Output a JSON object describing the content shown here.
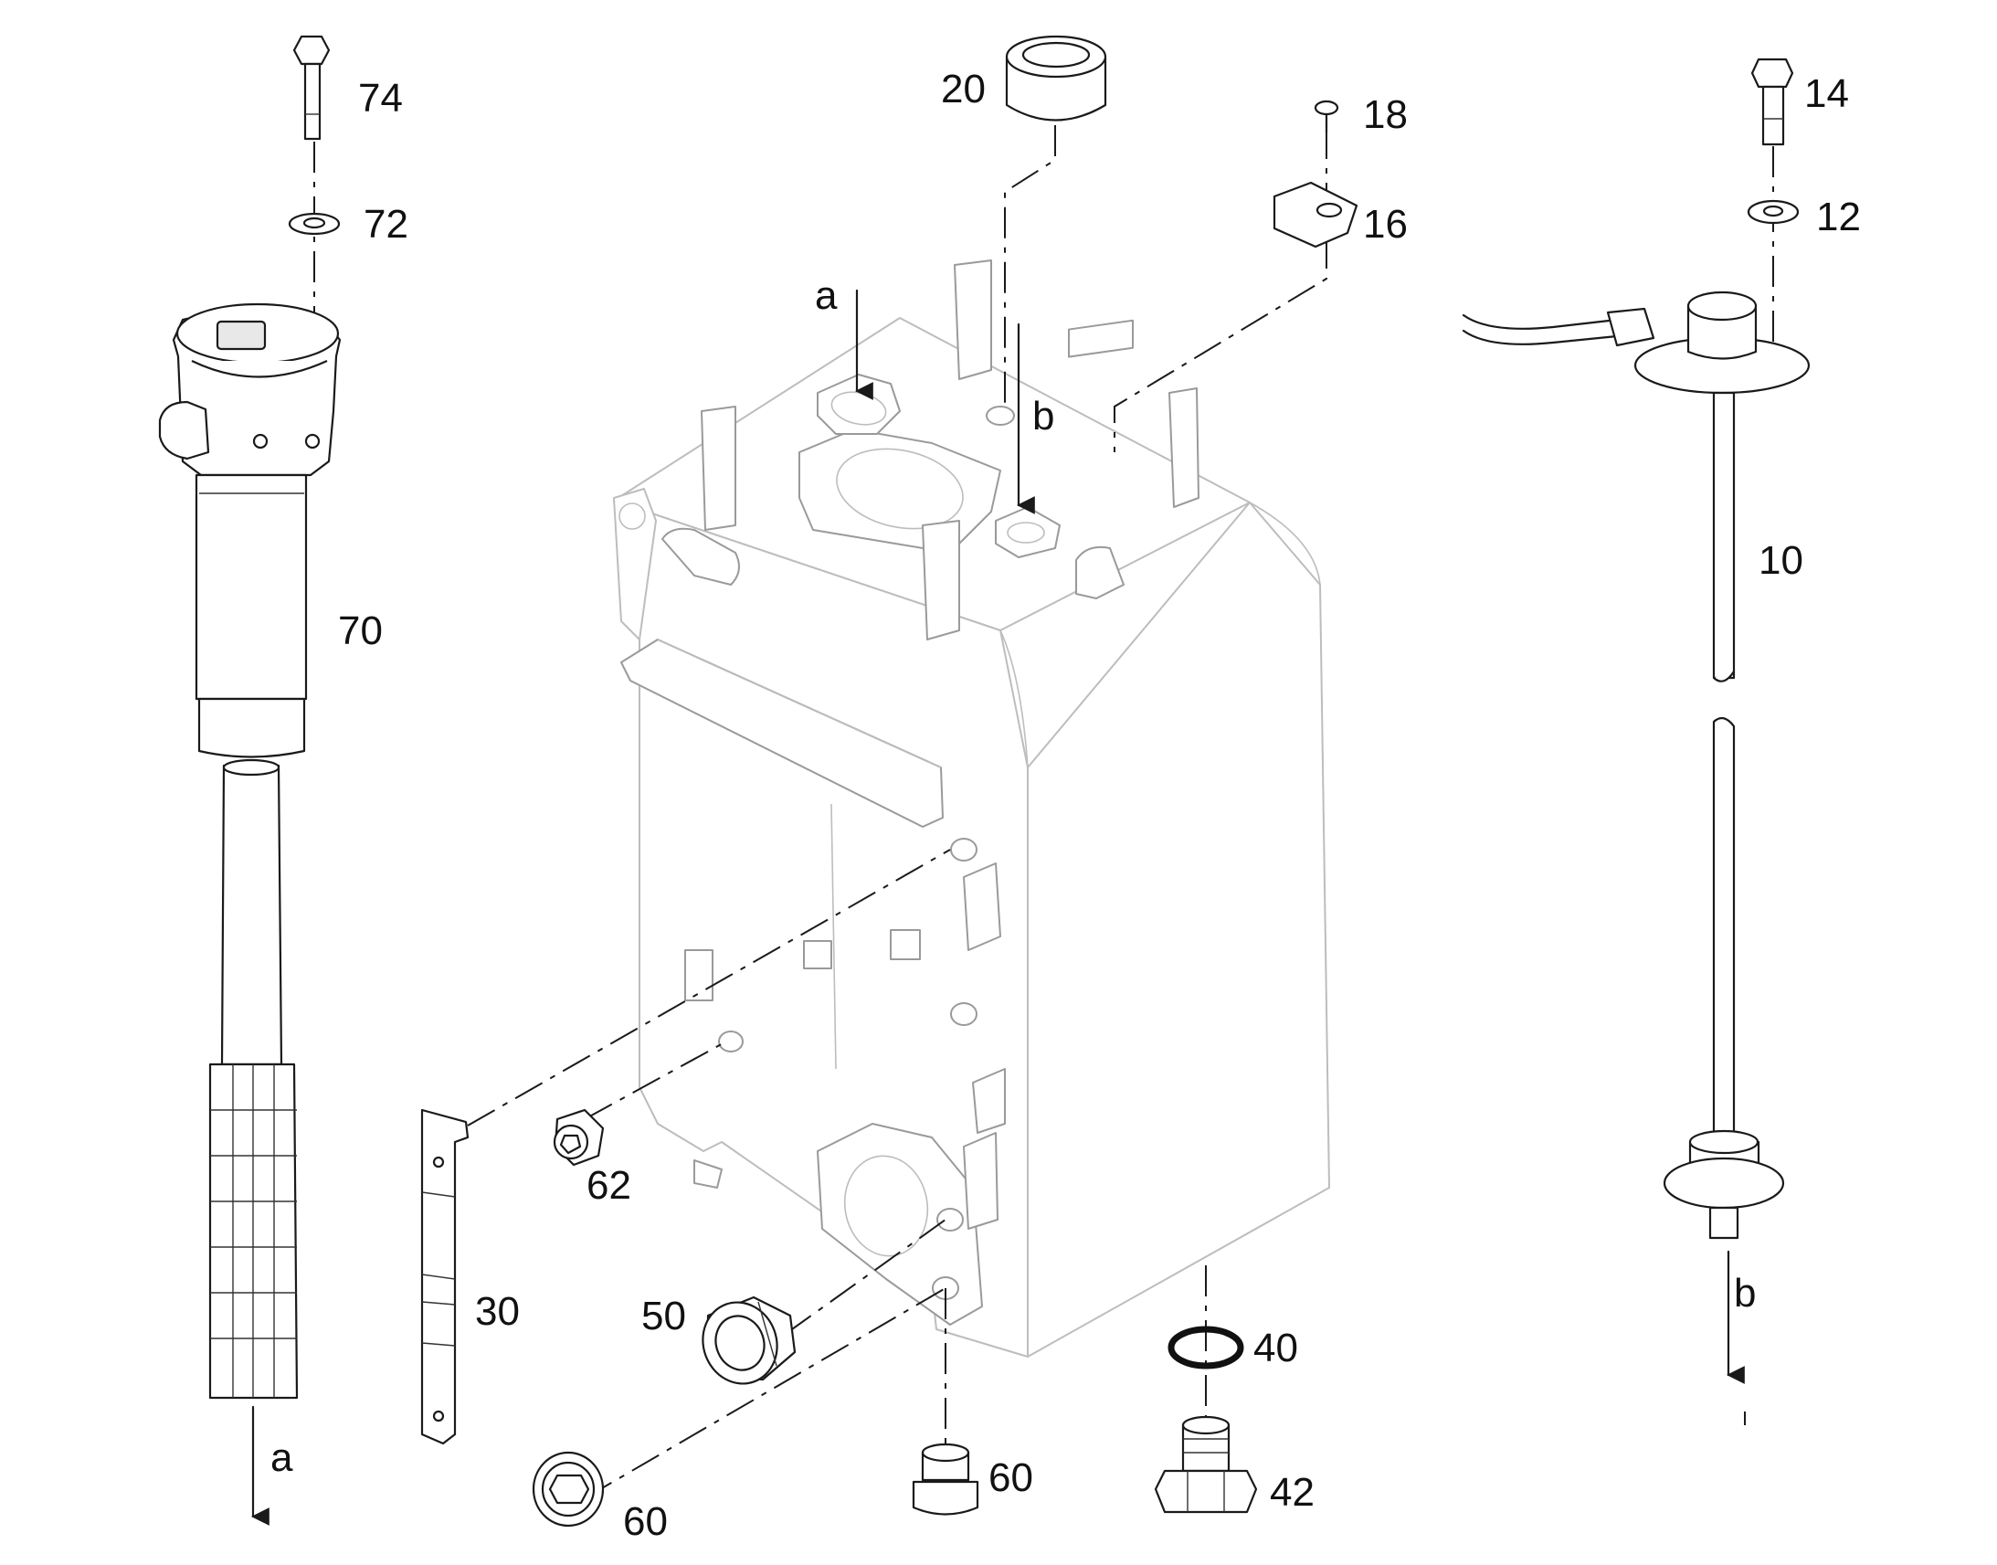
{
  "callouts": [
    {
      "key": "c74",
      "text": "74"
    },
    {
      "key": "c72",
      "text": "72"
    },
    {
      "key": "c70",
      "text": "70"
    },
    {
      "key": "c20",
      "text": "20"
    },
    {
      "key": "c18",
      "text": "18"
    },
    {
      "key": "c16",
      "text": "16"
    },
    {
      "key": "c14",
      "text": "14"
    },
    {
      "key": "c12",
      "text": "12"
    },
    {
      "key": "c10",
      "text": "10"
    },
    {
      "key": "c30",
      "text": "30"
    },
    {
      "key": "c62",
      "text": "62"
    },
    {
      "key": "c50",
      "text": "50"
    },
    {
      "key": "c60a",
      "text": "60"
    },
    {
      "key": "c60b",
      "text": "60"
    },
    {
      "key": "c40",
      "text": "40"
    },
    {
      "key": "c42",
      "text": "42"
    }
  ],
  "flow_labels": {
    "a_top": "a",
    "b_top": "b",
    "a_bottom": "a",
    "b_bottom": "b"
  }
}
